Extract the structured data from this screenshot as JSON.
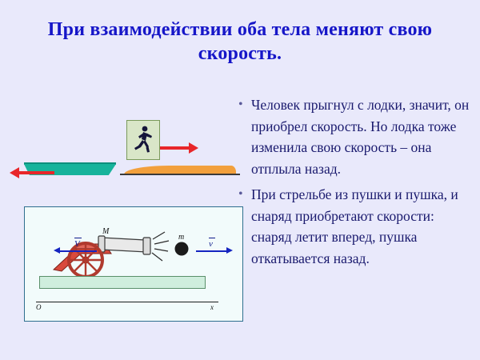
{
  "slide": {
    "title": "При взаимодействии оба тела меняют свою скорость.",
    "bullets": [
      "Человек прыгнул с лодки, значит, он приобрел скорость. Но лодка тоже изменила свою скорость – она отплыла назад.",
      "При стрельбе из пушки и пушка, и снаряд приобретают скорости: снаряд летит вперед, пушка откатывается назад."
    ],
    "bullet_marker": "•"
  },
  "boat_scene": {
    "man_arrow_label": "",
    "boat_arrow_label": ""
  },
  "cannon_diagram": {
    "cannon_mass_label": "M",
    "ball_mass_label": "m",
    "cannon_velocity_label": "V",
    "ball_velocity_label": "v",
    "origin_label": "O",
    "axis_label": "x"
  },
  "colors": {
    "title": "#1616c8",
    "body_text": "#1a1a6e",
    "arrow_red": "#e8262a",
    "arrow_blue": "#1524c0",
    "boat": "#17b39b",
    "sand": "#f2a03c",
    "panel_border": "#2f6f8f",
    "platform": "#cfeedd",
    "background": "#e9e9fb"
  }
}
